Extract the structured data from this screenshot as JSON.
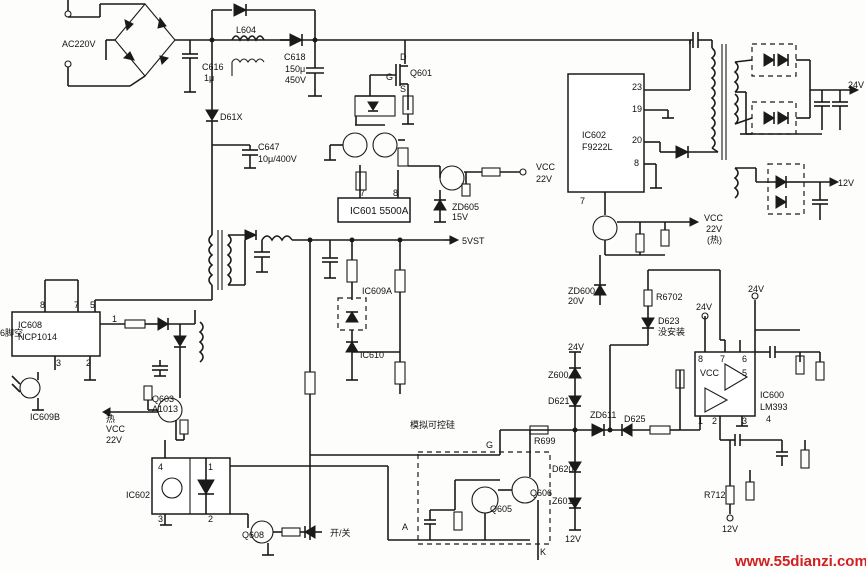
{
  "labels": {
    "ac_in": "AC220V",
    "c616": "C616",
    "c616_val": "1μ",
    "l604": "L604",
    "c618": "C618",
    "c618_v1": "150μ",
    "c618_v2": "450V",
    "d61x": "D61X",
    "c647": "C647",
    "c647_val": "10μ/400V",
    "q601": "Q601",
    "g": "G",
    "d": "D",
    "s": "S",
    "ic601": "IC601 5500A",
    "pin7": "7",
    "pin8": "8",
    "vcc22_a1": "VCC",
    "vcc22_a2": "22V",
    "zd605": "ZD605",
    "v15": "15V",
    "vst5": "5VST",
    "ic602": "IC602",
    "f9222l": "F9222L",
    "p23": "23",
    "p19": "19",
    "p20": "20",
    "p8": "8",
    "p7": "7",
    "v24_top": "24V",
    "v12_out": "12V",
    "vcc22_b1": "VCC",
    "vcc22_b2": "22V",
    "hot_b": "(热)",
    "zd600": "ZD600",
    "v20": "20V",
    "ic608": "IC608",
    "ncp1014": "NCP1014",
    "empty6": "6脚空",
    "p8b": "8",
    "p7b": "7",
    "p5b": "5",
    "p1b": "1",
    "p3b": "3",
    "p2b": "2",
    "ic609b": "IC609B",
    "q603": "Q603",
    "a1013": "A1013",
    "hot_c": "热",
    "vcc22_c1": "VCC",
    "vcc22_c2": "22V",
    "ic609a": "IC609A",
    "ic610": "IC610",
    "ic602b": "IC602",
    "p4c": "4",
    "p3c": "3",
    "p1c": "1",
    "p2c": "2",
    "q608": "Q608",
    "onoff": "开/关",
    "sim_thyristor": "模拟可控硅",
    "g2": "G",
    "a2": "A",
    "k2": "K",
    "r699": "R699",
    "q605": "Q605",
    "q606": "Q606",
    "v24_b": "24V",
    "z600": "Z600",
    "d621": "D621",
    "zd611": "ZD611",
    "d620": "D620",
    "z601": "Z601",
    "v12_b": "12V",
    "r6702": "R6702",
    "d623": "D623",
    "no_install": "没安装",
    "v24_c": "24V",
    "v24_d": "24V",
    "d625": "D625",
    "ic600": "IC600",
    "lm393": "LM393",
    "vcc_ic": "VCC",
    "p8d": "8",
    "p7d": "7",
    "p6d": "6",
    "p5d": "5",
    "p1d": "1",
    "p2d": "2",
    "p3d": "3",
    "p4d": "4",
    "r712": "R712",
    "v12_c": "12V",
    "watermark": "www.55dianzi.com"
  }
}
